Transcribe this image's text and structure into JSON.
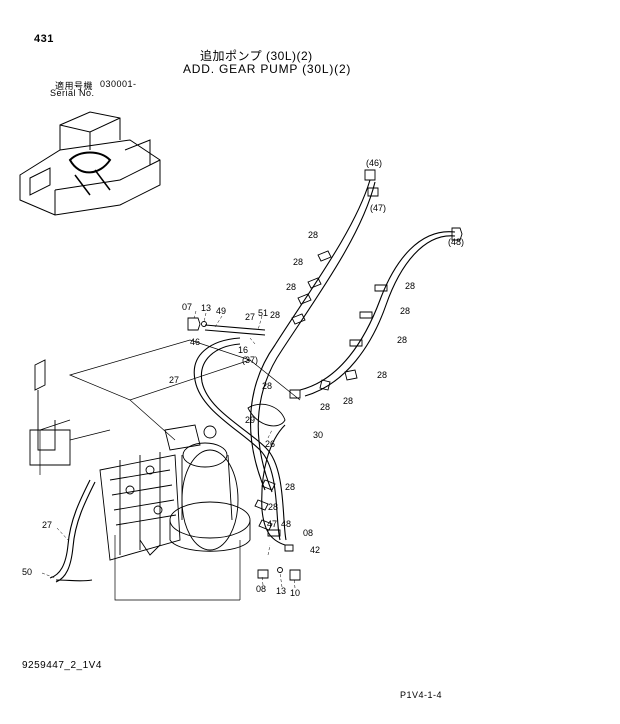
{
  "header": {
    "page_number": "431",
    "title_jp": "追加ポンプ (30L)(2)",
    "title_en": "ADD. GEAR PUMP (30L)(2)",
    "serial_label_jp": "適用号機",
    "serial_range": "030001-",
    "serial_label_en": "Serial No."
  },
  "footer": {
    "document_number": "9259447_2_1V4",
    "page_ref": "P1V4-1-4"
  },
  "callouts": {
    "c46p": "(46)",
    "c47p": "(47)",
    "c48p": "(48)",
    "c28a": "28",
    "c28b": "28",
    "c28c": "28",
    "c28d": "28",
    "c28e": "28",
    "c28f": "28",
    "c28g": "28",
    "c28h": "28",
    "c28i": "28",
    "c28j": "28",
    "c28k": "28",
    "c28l": "28",
    "c28m": "28",
    "c07": "07",
    "c13a": "13",
    "c49": "49",
    "c51": "51",
    "c27a": "27",
    "c46": "46",
    "c16": "16",
    "c37p": "(37)",
    "c27b": "27",
    "c29": "29",
    "c26": "26",
    "c30": "30",
    "c47": "47",
    "c48": "48",
    "c08a": "08",
    "c42": "42",
    "c08b": "08",
    "c13b": "13",
    "c10": "10",
    "c27c": "27",
    "c50": "50"
  }
}
